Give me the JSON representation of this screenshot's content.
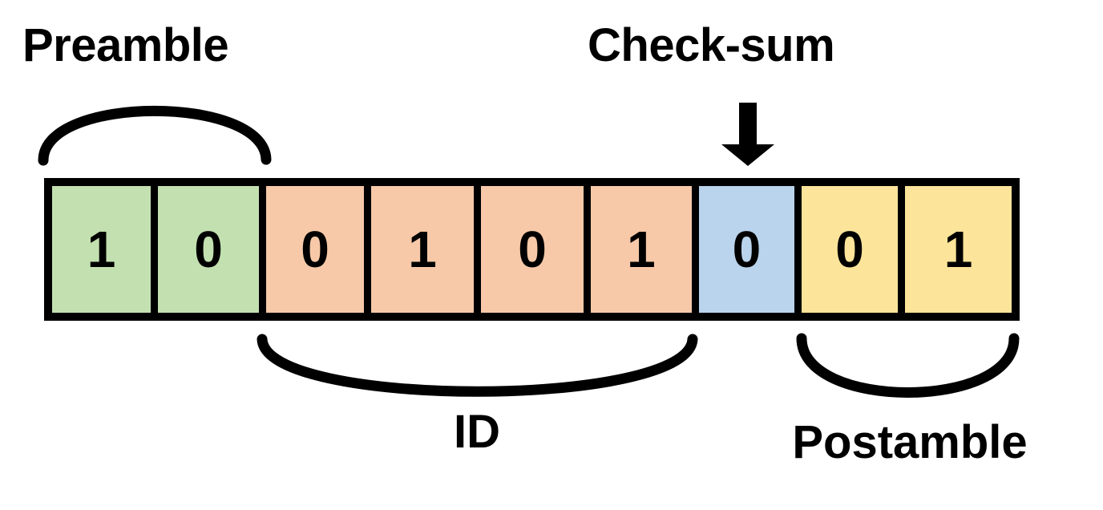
{
  "diagram": {
    "title_top_left": "Preamble",
    "title_top_right": "Check-sum",
    "title_bottom_left": "ID",
    "title_bottom_right": "Postamble"
  },
  "labels": {
    "preamble": "Preamble",
    "checksum": "Check-sum",
    "id": "ID",
    "postamble": "Postamble"
  },
  "colors": {
    "preamble_fill": "#c3e0b0",
    "id_fill": "#f7c9a8",
    "checksum_fill": "#bad4ed",
    "postamble_fill": "#fce49a",
    "border": "#000000",
    "background": "#ffffff",
    "text": "#000000"
  },
  "packet": {
    "bit_count": 9,
    "bitstring": "100101001",
    "cells": [
      {
        "index": 0,
        "bit": "1",
        "group": "preamble",
        "fill": "#c3e0b0"
      },
      {
        "index": 1,
        "bit": "0",
        "group": "preamble",
        "fill": "#c3e0b0"
      },
      {
        "index": 2,
        "bit": "0",
        "group": "id",
        "fill": "#f7c9a8"
      },
      {
        "index": 3,
        "bit": "1",
        "group": "id",
        "fill": "#f7c9a8"
      },
      {
        "index": 4,
        "bit": "0",
        "group": "id",
        "fill": "#f7c9a8"
      },
      {
        "index": 5,
        "bit": "1",
        "group": "id",
        "fill": "#f7c9a8"
      },
      {
        "index": 6,
        "bit": "0",
        "group": "checksum",
        "fill": "#bad4ed"
      },
      {
        "index": 7,
        "bit": "0",
        "group": "postamble",
        "fill": "#fce49a"
      },
      {
        "index": 8,
        "bit": "1",
        "group": "postamble",
        "fill": "#fce49a"
      }
    ]
  },
  "groups": [
    {
      "name": "preamble",
      "label": "Preamble",
      "marker": "brace-above",
      "cells": [
        0,
        1
      ]
    },
    {
      "name": "id",
      "label": "ID",
      "marker": "brace-below",
      "cells": [
        2,
        3,
        4,
        5
      ]
    },
    {
      "name": "checksum",
      "label": "Check-sum",
      "marker": "arrow-down",
      "cells": [
        6
      ]
    },
    {
      "name": "postamble",
      "label": "Postamble",
      "marker": "brace-below",
      "cells": [
        7,
        8
      ]
    }
  ],
  "icons": {
    "preamble_brace": "arc-up-icon",
    "id_brace": "arc-down-icon",
    "postamble_brace": "arc-down-icon",
    "checksum_pointer": "arrow-down-icon"
  }
}
